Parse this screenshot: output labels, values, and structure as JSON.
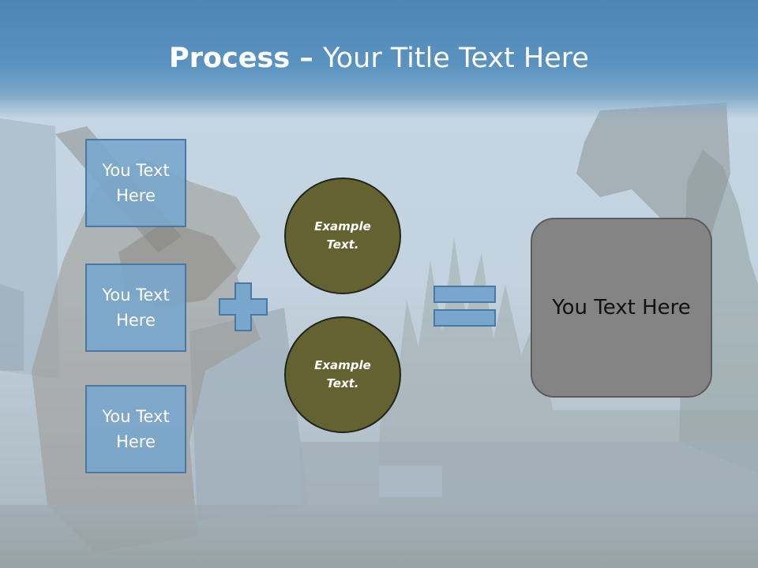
{
  "slide": {
    "title_bold": "Process",
    "title_separator": " – ",
    "title_rest": "Your Title Text Here",
    "title_band_color": "#5a92c0"
  },
  "inputs": [
    {
      "text": "You Text Here"
    },
    {
      "text": "You Text Here"
    },
    {
      "text": "You Text Here"
    }
  ],
  "circles": [
    {
      "text": "Example Text."
    },
    {
      "text": "Example Text."
    }
  ],
  "operators": {
    "plus_icon": "plus-icon",
    "equals_icon": "equals-icon"
  },
  "result": {
    "text": "You Text Here"
  },
  "colors": {
    "input_box_fill": "#78a6cd",
    "input_box_border": "#4a78a6",
    "circle_fill": "#656232",
    "result_fill": "#848484"
  }
}
